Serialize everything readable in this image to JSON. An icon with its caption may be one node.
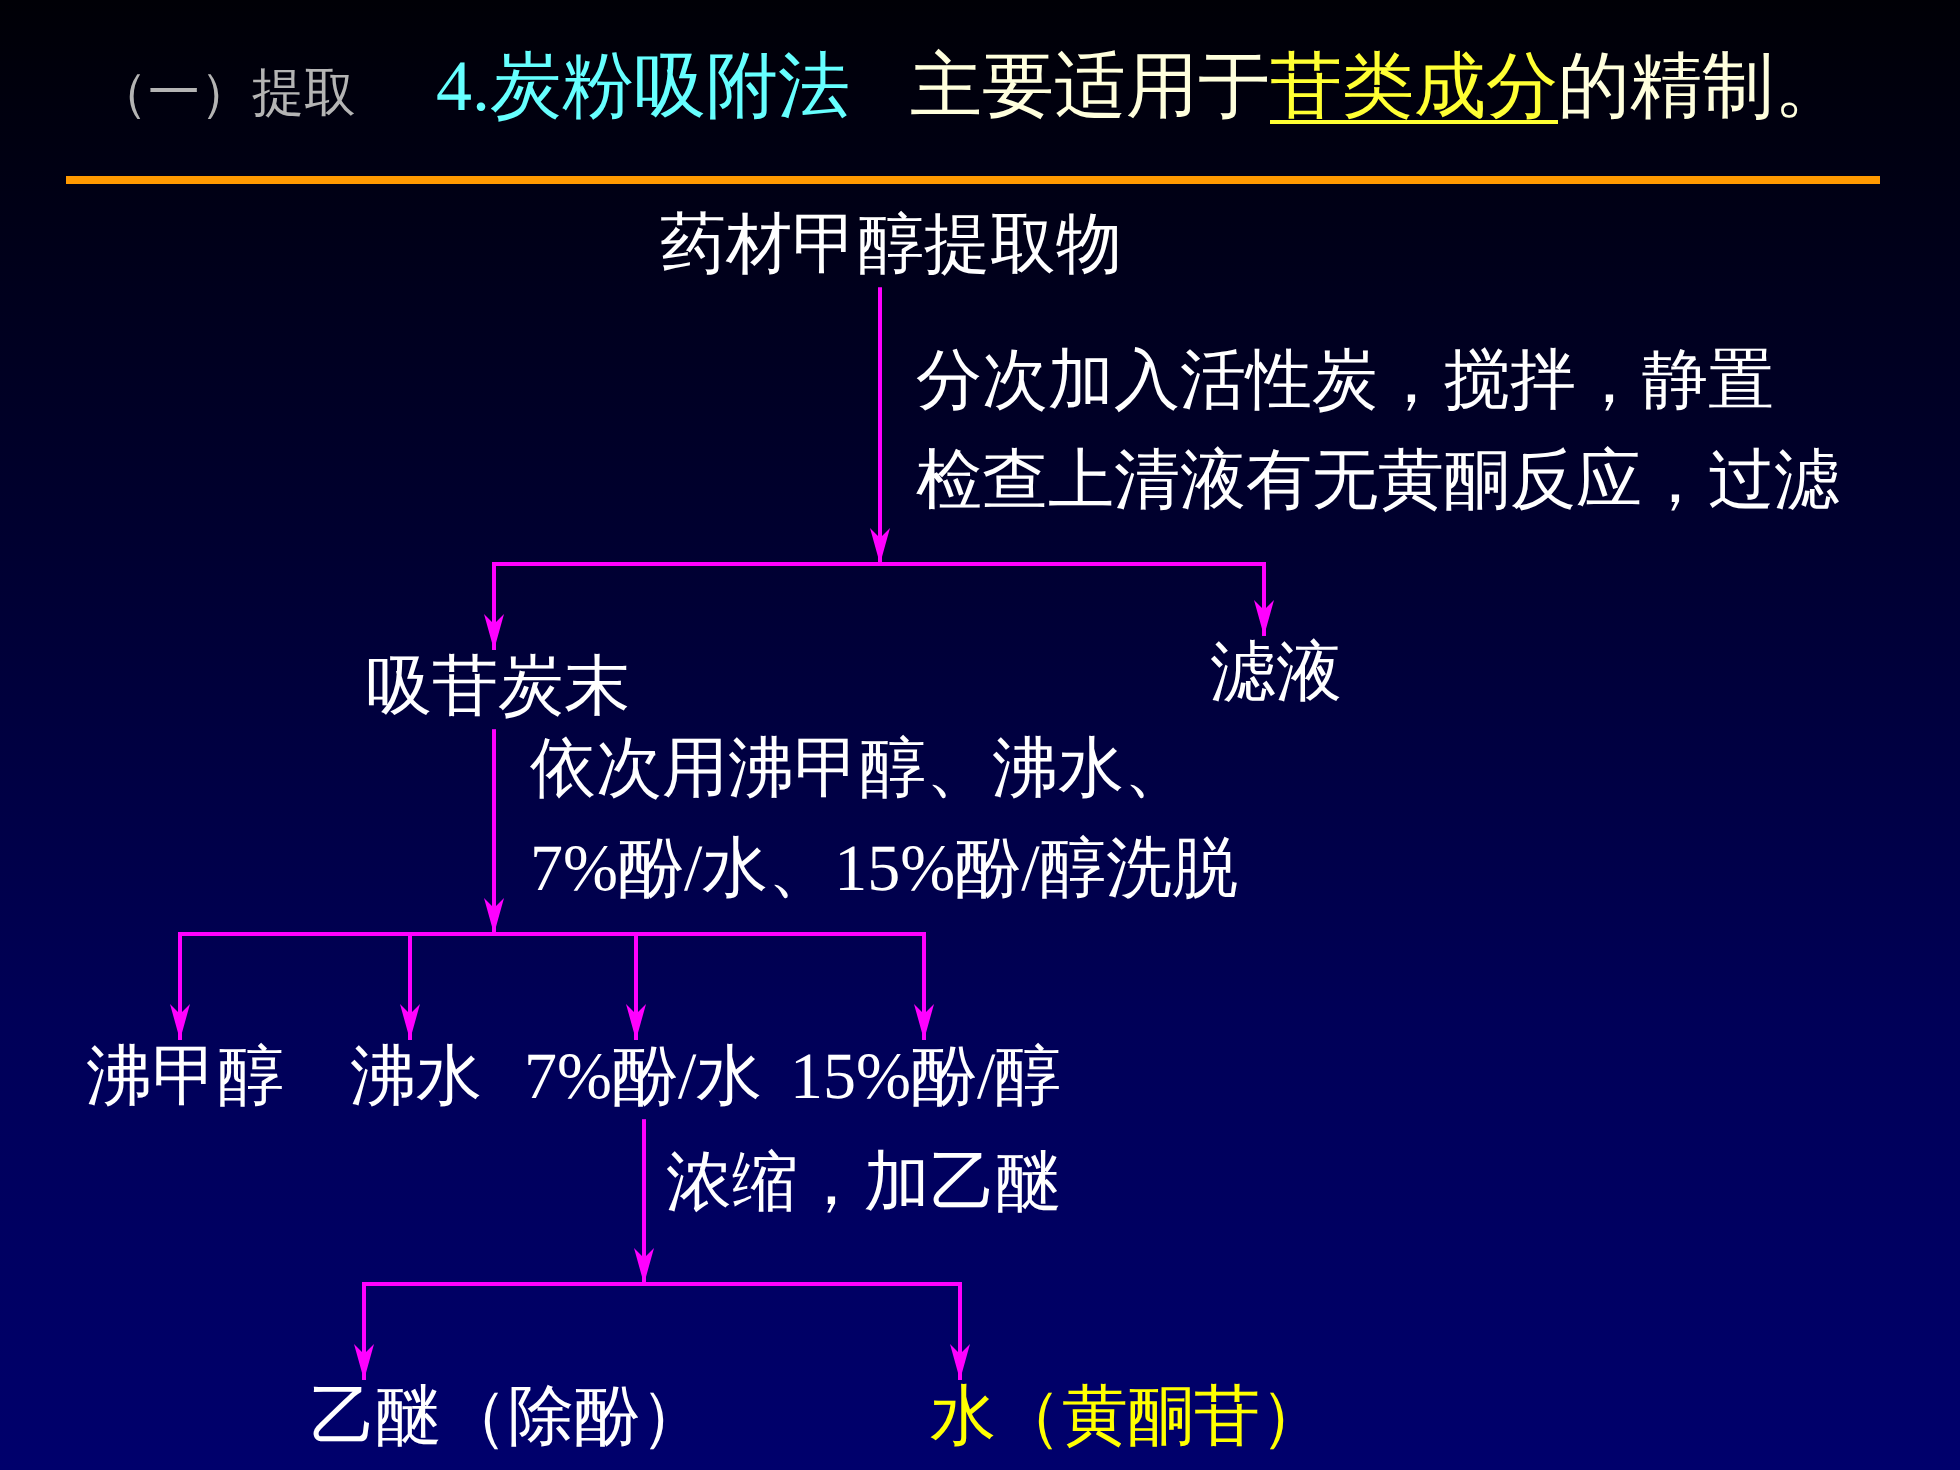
{
  "diagram": {
    "title": "4.炭粉吸附法",
    "nodes": [
      {
        "text": [
          "药材甲醇提取物"
        ]
      },
      {
        "text": [
          "吸苷炭末"
        ]
      },
      {
        "text": [
          "滤液"
        ]
      },
      {
        "text": [
          "沸甲醇"
        ]
      },
      {
        "text": [
          "沸水"
        ]
      },
      {
        "text": [
          "7%酚/水"
        ]
      },
      {
        "text": [
          "15%酚/醇"
        ]
      },
      {
        "text": [
          "乙醚（除酚）"
        ]
      },
      {
        "text": [
          "水（黄酮苷）"
        ]
      }
    ],
    "edges": [
      {
        "from": 0,
        "to": 1,
        "arrow": "to",
        "label": "分次加入活性炭，搅拌，静置检查上清液有无黄酮反应，过滤"
      },
      {
        "from": 0,
        "to": 2,
        "arrow": "to"
      },
      {
        "from": 1,
        "to": 3,
        "arrow": "to",
        "label": "依次用沸甲醇、沸水、7%酚/水、15%酚/醇洗脱"
      },
      {
        "from": 1,
        "to": 4,
        "arrow": "to"
      },
      {
        "from": 1,
        "to": 5,
        "arrow": "to"
      },
      {
        "from": 1,
        "to": 6,
        "arrow": "to"
      },
      {
        "from": 5,
        "to": 7,
        "arrow": "to",
        "label": "浓缩，加乙醚"
      },
      {
        "from": 5,
        "to": 8,
        "arrow": "to"
      }
    ],
    "labels": [
      "（一）提取",
      "主要适用于**苷类成分**的精制。"
    ]
  }
}
